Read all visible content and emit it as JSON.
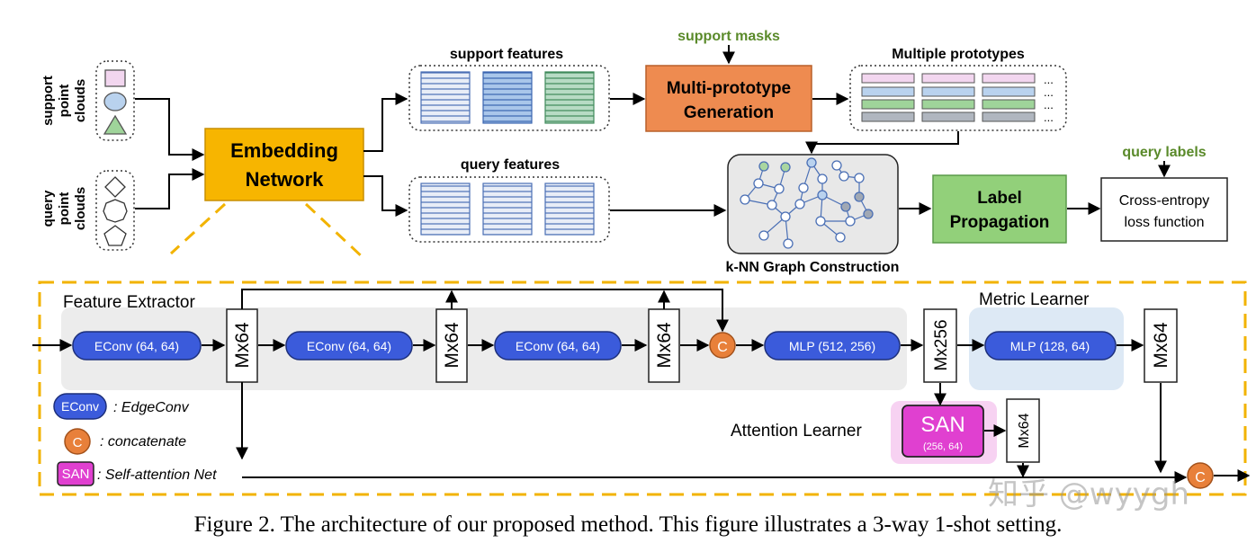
{
  "caption": "Figure 2. The architecture of our proposed method. This figure illustrates a 3-way 1-shot setting.",
  "watermark": "知乎 @wyygh",
  "top": {
    "support_point_clouds": [
      "support",
      "point",
      "clouds"
    ],
    "query_point_clouds": [
      "query",
      "point",
      "clouds"
    ],
    "embedding_network": [
      "Embedding",
      "Network"
    ],
    "support_features": "support features",
    "query_features": "query features",
    "support_masks": "support masks",
    "multi_prototype": [
      "Multi-prototype",
      "Generation"
    ],
    "multiple_prototypes": "Multiple prototypes",
    "knn_graph": "k-NN Graph Construction",
    "label_propagation": [
      "Label",
      "Propagation"
    ],
    "query_labels": "query labels",
    "cross_entropy": [
      "Cross-entropy",
      "loss function"
    ],
    "ellipsis": "...",
    "colors": {
      "embedding": "#f7b500",
      "multi_prototype": "#ee8b50",
      "label_propagation": "#92d07a",
      "green_label": "#5a8a2a",
      "graph_bg": "#e8e8e8"
    }
  },
  "bottom": {
    "feature_extractor": "Feature Extractor",
    "metric_learner": "Metric Learner",
    "attention_learner": "Attention Learner",
    "econv1": "EConv (64, 64)",
    "econv2": "EConv (64, 64)",
    "econv3": "EConv (64, 64)",
    "mlp1": "MLP (512, 256)",
    "mlp2": "MLP (128, 64)",
    "mx64_a": "Mx64",
    "mx64_b": "Mx64",
    "mx64_c": "Mx64",
    "mx256": "Mx256",
    "mx64_d": "Mx64",
    "mx64_san": "Mx64",
    "concat": "C",
    "san": "SAN",
    "san_dims": "(256, 64)",
    "legend": {
      "econv_chip": "EConv",
      "econv_text": ": EdgeConv",
      "c_chip": "C",
      "c_text": ": concatenate",
      "san_chip": "SAN",
      "san_text": ": Self-attention Net"
    },
    "colors": {
      "econv": "#3b5bdb",
      "concat": "#e8803a",
      "san": "#e040d0",
      "dashed_border": "#f2b300",
      "feature_bg": "#ececec",
      "metric_bg": "#dde9f5"
    }
  }
}
